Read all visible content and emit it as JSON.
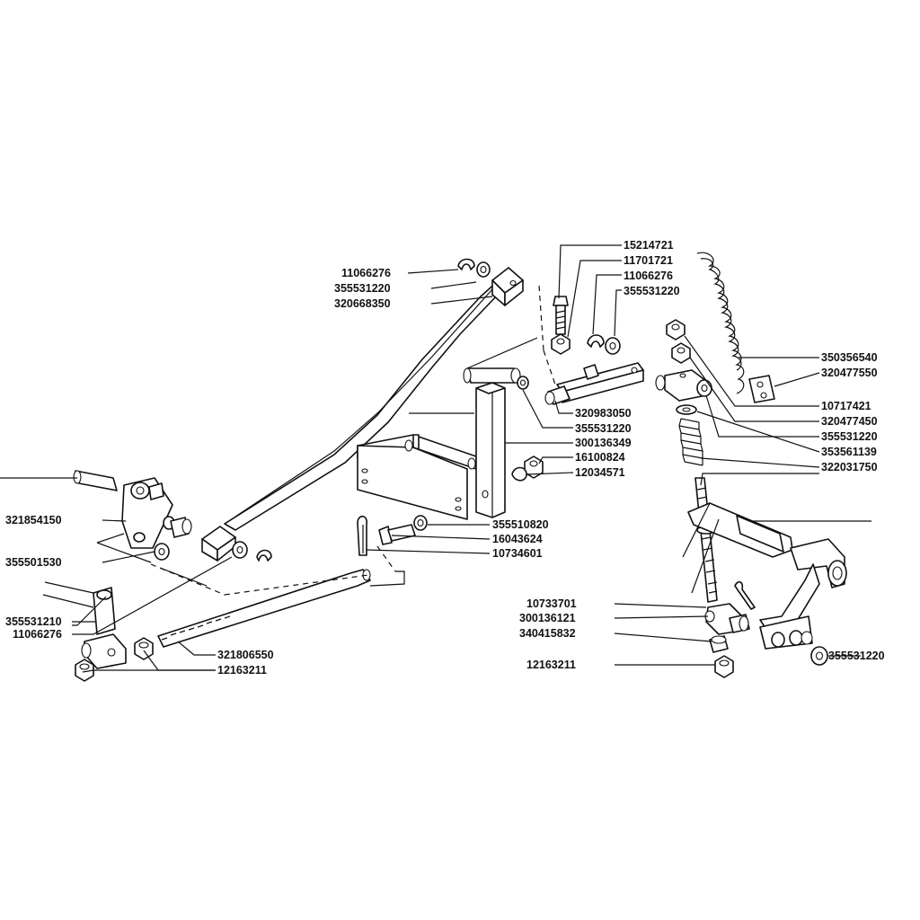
{
  "labels": [
    {
      "id": "l1",
      "text": "11066276"
    },
    {
      "id": "l2",
      "text": "355531220"
    },
    {
      "id": "l3",
      "text": "320668350"
    },
    {
      "id": "l4",
      "text": "15214721"
    },
    {
      "id": "l5",
      "text": "11701721"
    },
    {
      "id": "l6",
      "text": "11066276"
    },
    {
      "id": "l7",
      "text": "355531220"
    },
    {
      "id": "l8",
      "text": "350356540"
    },
    {
      "id": "l9",
      "text": "320477550"
    },
    {
      "id": "l10",
      "text": "10717421"
    },
    {
      "id": "l11",
      "text": "320477450"
    },
    {
      "id": "l12",
      "text": "355531220"
    },
    {
      "id": "l13",
      "text": "353561139"
    },
    {
      "id": "l14",
      "text": "322031750"
    },
    {
      "id": "l15",
      "text": "320983050"
    },
    {
      "id": "l16",
      "text": "355531220"
    },
    {
      "id": "l17",
      "text": "300136349"
    },
    {
      "id": "l18",
      "text": "16100824"
    },
    {
      "id": "l19",
      "text": "12034571"
    },
    {
      "id": "l20",
      "text": "321854150"
    },
    {
      "id": "l21",
      "text": "355501530"
    },
    {
      "id": "l22",
      "text": "355510820"
    },
    {
      "id": "l23",
      "text": "16043624"
    },
    {
      "id": "l24",
      "text": "10734601"
    },
    {
      "id": "l25",
      "text": "355531210"
    },
    {
      "id": "l26",
      "text": "11066276"
    },
    {
      "id": "l27",
      "text": "321806550"
    },
    {
      "id": "l28",
      "text": "12163211"
    },
    {
      "id": "l29",
      "text": "10733701"
    },
    {
      "id": "l30",
      "text": "300136121"
    },
    {
      "id": "l31",
      "text": "340415832"
    },
    {
      "id": "l32",
      "text": "12163211"
    },
    {
      "id": "l33",
      "text": "355531220"
    }
  ]
}
